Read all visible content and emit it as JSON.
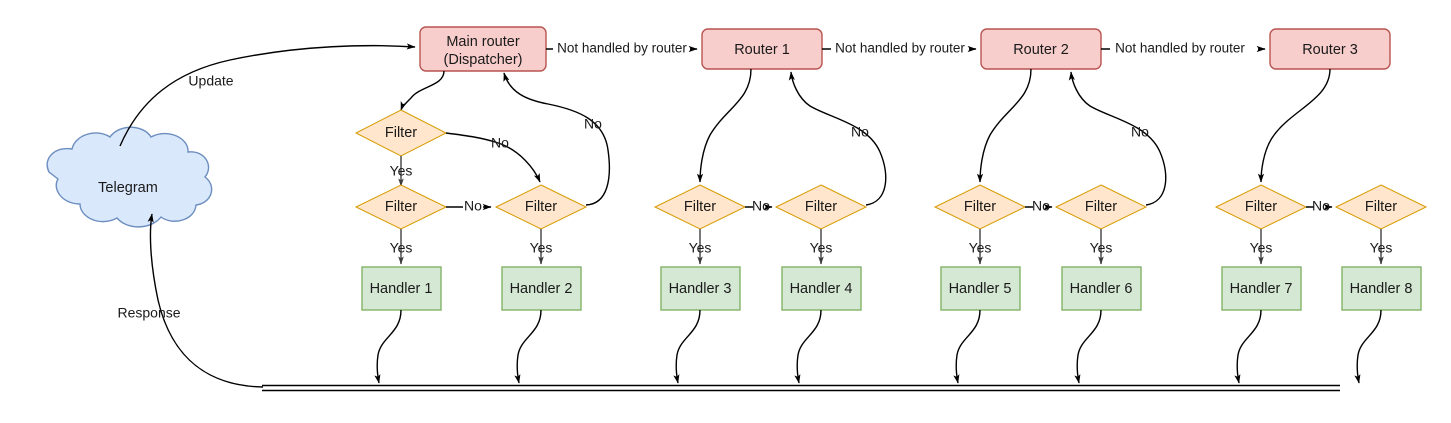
{
  "diagram": {
    "title": "Telegram bot update dispatch flow",
    "colors": {
      "router_fill": "#f8cecc",
      "router_stroke": "#b85450",
      "handler_fill": "#d5e8d4",
      "handler_stroke": "#82b366",
      "filter_fill": "#ffe6cc",
      "filter_stroke": "#d79b00",
      "cloud_fill": "#dae8fc",
      "cloud_stroke": "#6c8ebf",
      "edge": "#000000",
      "background": "#ffffff"
    },
    "source": {
      "label": "Telegram",
      "shape": "cloud"
    },
    "routers": [
      {
        "id": "main-router",
        "line1": "Main router",
        "line2": "(Dispatcher)"
      },
      {
        "id": "router-1",
        "line1": "Router 1",
        "line2": ""
      },
      {
        "id": "router-2",
        "line1": "Router 2",
        "line2": ""
      },
      {
        "id": "router-3",
        "line1": "Router 3",
        "line2": ""
      }
    ],
    "filters": [
      {
        "id": "filter-1",
        "label": "Filter"
      },
      {
        "id": "filter-2",
        "label": "Filter"
      },
      {
        "id": "filter-3",
        "label": "Filter"
      },
      {
        "id": "filter-4",
        "label": "Filter"
      },
      {
        "id": "filter-5",
        "label": "Filter"
      },
      {
        "id": "filter-6",
        "label": "Filter"
      },
      {
        "id": "filter-7",
        "label": "Filter"
      },
      {
        "id": "filter-8",
        "label": "Filter"
      },
      {
        "id": "filter-9",
        "label": "Filter"
      },
      {
        "id": "filter-10",
        "label": "Filter"
      }
    ],
    "handlers": [
      {
        "id": "handler-1",
        "label": "Handler 1"
      },
      {
        "id": "handler-2",
        "label": "Handler 2"
      },
      {
        "id": "handler-3",
        "label": "Handler 3"
      },
      {
        "id": "handler-4",
        "label": "Handler 4"
      },
      {
        "id": "handler-5",
        "label": "Handler 5"
      },
      {
        "id": "handler-6",
        "label": "Handler 6"
      },
      {
        "id": "handler-7",
        "label": "Handler 7"
      },
      {
        "id": "handler-8",
        "label": "Handler 8"
      }
    ],
    "edge_labels": {
      "update": "Update",
      "response": "Response",
      "not_handled": "Not handled by router",
      "yes": "Yes",
      "no": "No"
    },
    "edge_label_instances": {
      "not_handled_1": "Not handled by router",
      "not_handled_2": "Not handled by router",
      "not_handled_3": "Not handled by router",
      "no_a1": "No",
      "no_a2": "No",
      "no_b1": "No",
      "no_b2": "No",
      "no_c1": "No",
      "no_c2": "No",
      "no_d1": "No",
      "no_g1": "No",
      "no_g2": "No",
      "no_g3": "No",
      "no_g4": "No",
      "yes_1": "Yes",
      "yes_2": "Yes",
      "yes_3": "Yes",
      "yes_4": "Yes",
      "yes_5": "Yes",
      "yes_6": "Yes",
      "yes_7": "Yes",
      "yes_8": "Yes"
    }
  }
}
